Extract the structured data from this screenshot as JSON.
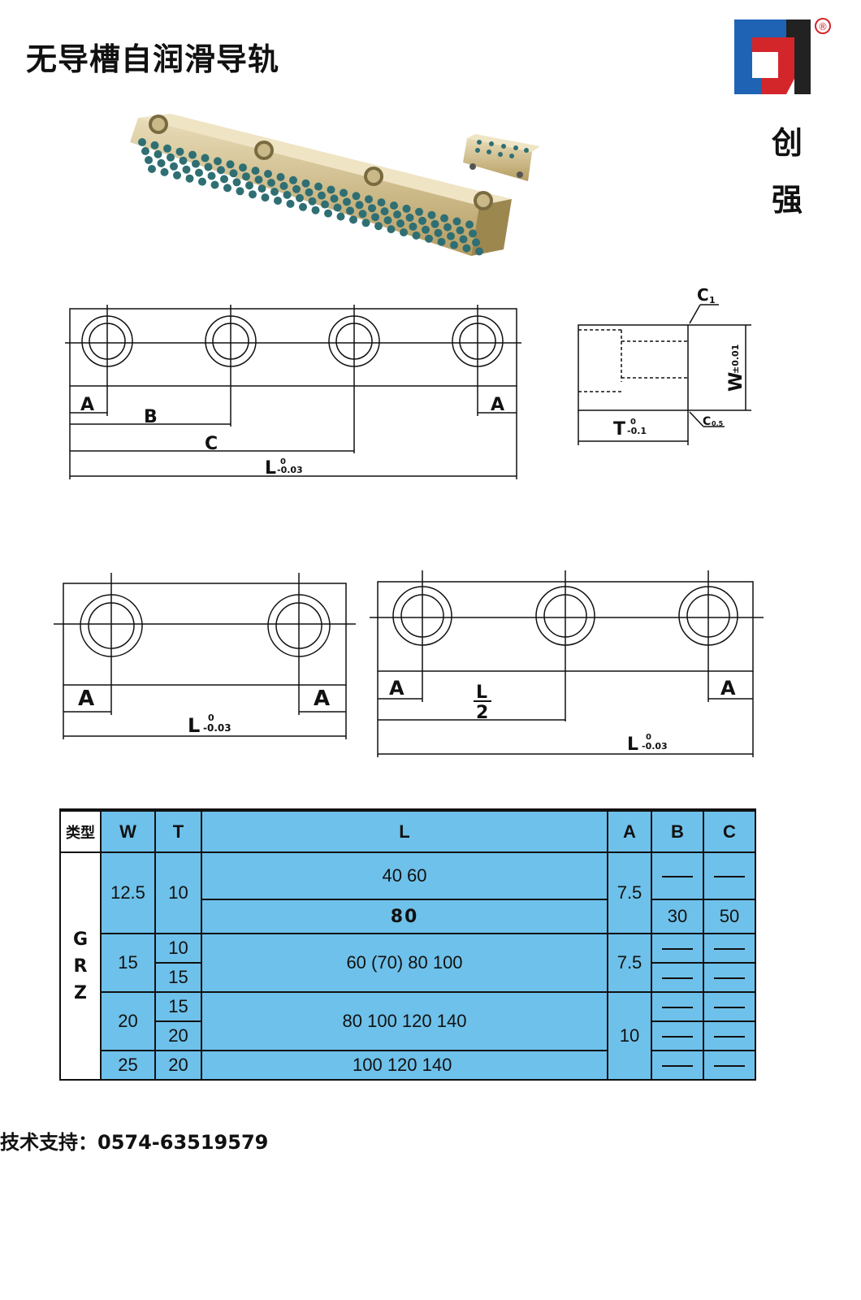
{
  "title": "无导槽自润滑导轨",
  "brand": {
    "chars": [
      "创",
      "强"
    ],
    "registered": "®",
    "colors": {
      "red": "#d3262b",
      "blue": "#1f63b5",
      "dark": "#222222"
    }
  },
  "product_photo": {
    "description_icon": "graphite-plug-guide-rail-photo"
  },
  "drawing_labels": {
    "a": "A",
    "b": "B",
    "c": "C",
    "l": "L",
    "l_tol_upper": "0",
    "l_tol_lower": "-0.03",
    "w": "W",
    "w_tol": "±0.01",
    "t": "T",
    "t_tol_upper": "0",
    "t_tol_lower": "-0.1",
    "c1": "C",
    "c1_sub": "1",
    "c05": "C",
    "c05_sub": "0.5",
    "half_num": "L",
    "half_den": "2"
  },
  "table": {
    "headers": {
      "type": "类型",
      "w": "W",
      "t": "T",
      "l": "L",
      "a": "A",
      "b": "B",
      "c": "C"
    },
    "type_letters": [
      "G",
      "R",
      "Z"
    ],
    "rows": {
      "r1": {
        "w": "12.5",
        "t": "10",
        "l1": "40 60",
        "l2": "80",
        "a": "7.5",
        "b2": "30",
        "c2": "50"
      },
      "r2": {
        "w": "15",
        "t1": "10",
        "t2": "15",
        "l": "60 (70) 80 100",
        "a": "7.5"
      },
      "r3": {
        "w": "20",
        "t1": "15",
        "t2": "20",
        "l": "80 100 120 140",
        "a": "10"
      },
      "r4": {
        "w": "25",
        "t": "20",
        "l": "100 120 140"
      }
    },
    "fill_color": "#6ec1ea"
  },
  "support": {
    "text": "技术支持：0574-63519579"
  }
}
